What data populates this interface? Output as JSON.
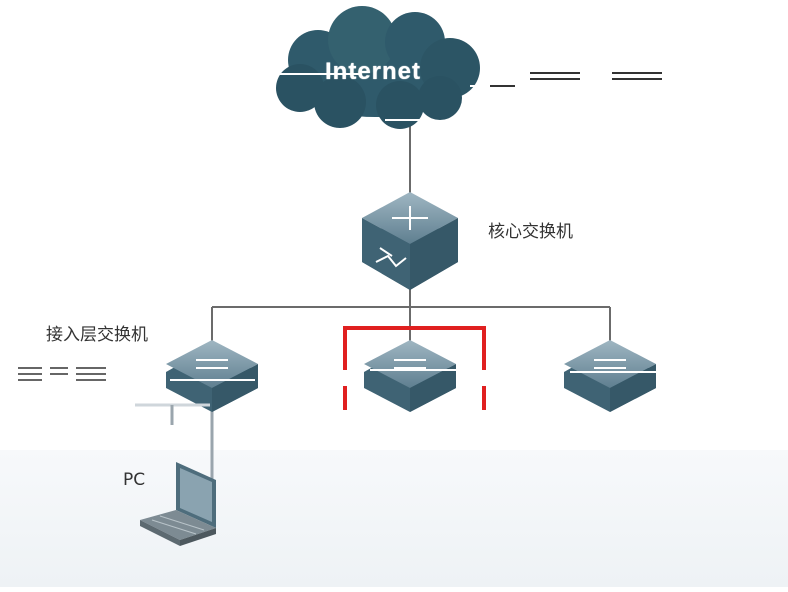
{
  "diagram": {
    "cloud_label": "Internet",
    "core_label": "核心交换机",
    "access_label": "接入层交换机",
    "pc_label": "PC"
  },
  "colors": {
    "cloud": "#2f5a6b",
    "cloud_dark": "#23495a",
    "line": "#6b6b6b",
    "switch_top": "#6f8fa0",
    "switch_side": "#3f6374",
    "highlight": "#e02020",
    "floor": "#f1f4f7"
  },
  "icons": {
    "cloud": "cloud-icon",
    "core_switch": "core-switch-icon",
    "access_switch": "access-switch-icon",
    "laptop": "laptop-icon"
  }
}
